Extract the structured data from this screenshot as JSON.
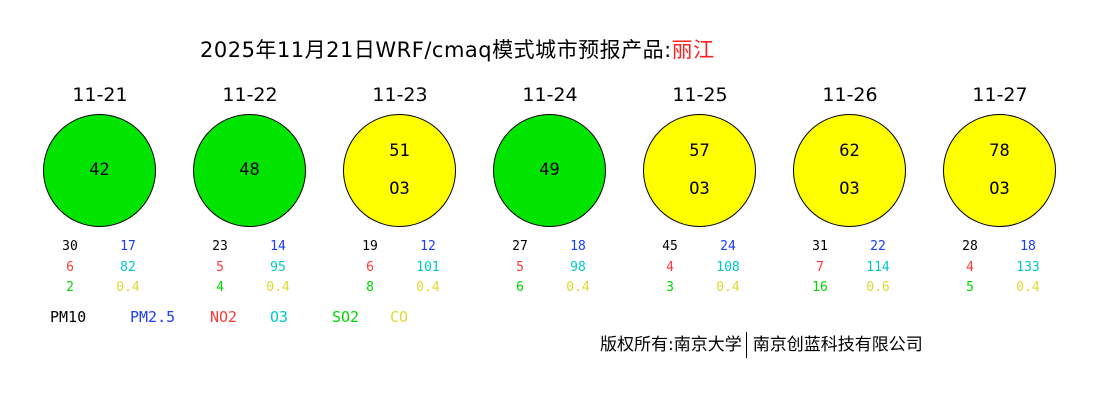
{
  "title": {
    "prefix": "2025年11月21日WRF/cmaq模式城市预报产品:",
    "city": "丽江"
  },
  "colors": {
    "good": "#00e400",
    "moderate": "#ffff00",
    "pm10": "#000000",
    "pm25": "#1a3cff",
    "no2": "#ff3a3a",
    "o3": "#00c8c8",
    "so2": "#00d800",
    "co": "#e0d830"
  },
  "days": [
    {
      "date": "11-21",
      "aqi": "42",
      "primary": "",
      "level": "good",
      "pm10": "30",
      "pm25": "17",
      "no2": "6",
      "o3": "82",
      "so2": "2",
      "co": "0.4"
    },
    {
      "date": "11-22",
      "aqi": "48",
      "primary": "",
      "level": "good",
      "pm10": "23",
      "pm25": "14",
      "no2": "5",
      "o3": "95",
      "so2": "4",
      "co": "0.4"
    },
    {
      "date": "11-23",
      "aqi": "51",
      "primary": "O3",
      "level": "moderate",
      "pm10": "19",
      "pm25": "12",
      "no2": "6",
      "o3": "101",
      "so2": "8",
      "co": "0.4"
    },
    {
      "date": "11-24",
      "aqi": "49",
      "primary": "",
      "level": "good",
      "pm10": "27",
      "pm25": "18",
      "no2": "5",
      "o3": "98",
      "so2": "6",
      "co": "0.4"
    },
    {
      "date": "11-25",
      "aqi": "57",
      "primary": "O3",
      "level": "moderate",
      "pm10": "45",
      "pm25": "24",
      "no2": "4",
      "o3": "108",
      "so2": "3",
      "co": "0.4"
    },
    {
      "date": "11-26",
      "aqi": "62",
      "primary": "O3",
      "level": "moderate",
      "pm10": "31",
      "pm25": "22",
      "no2": "7",
      "o3": "114",
      "so2": "16",
      "co": "0.6"
    },
    {
      "date": "11-27",
      "aqi": "78",
      "primary": "O3",
      "level": "moderate",
      "pm10": "28",
      "pm25": "18",
      "no2": "4",
      "o3": "133",
      "so2": "5",
      "co": "0.4"
    }
  ],
  "legend": [
    {
      "key": "pm10",
      "label": "PM10"
    },
    {
      "key": "pm25",
      "label": "PM2.5"
    },
    {
      "key": "no2",
      "label": "NO2"
    },
    {
      "key": "o3",
      "label": "O3"
    },
    {
      "key": "so2",
      "label": "SO2"
    },
    {
      "key": "co",
      "label": "CO"
    }
  ],
  "copyright": {
    "prefix": "版权所有:",
    "org1": "南京大学",
    "org2": "南京创蓝科技有限公司"
  }
}
